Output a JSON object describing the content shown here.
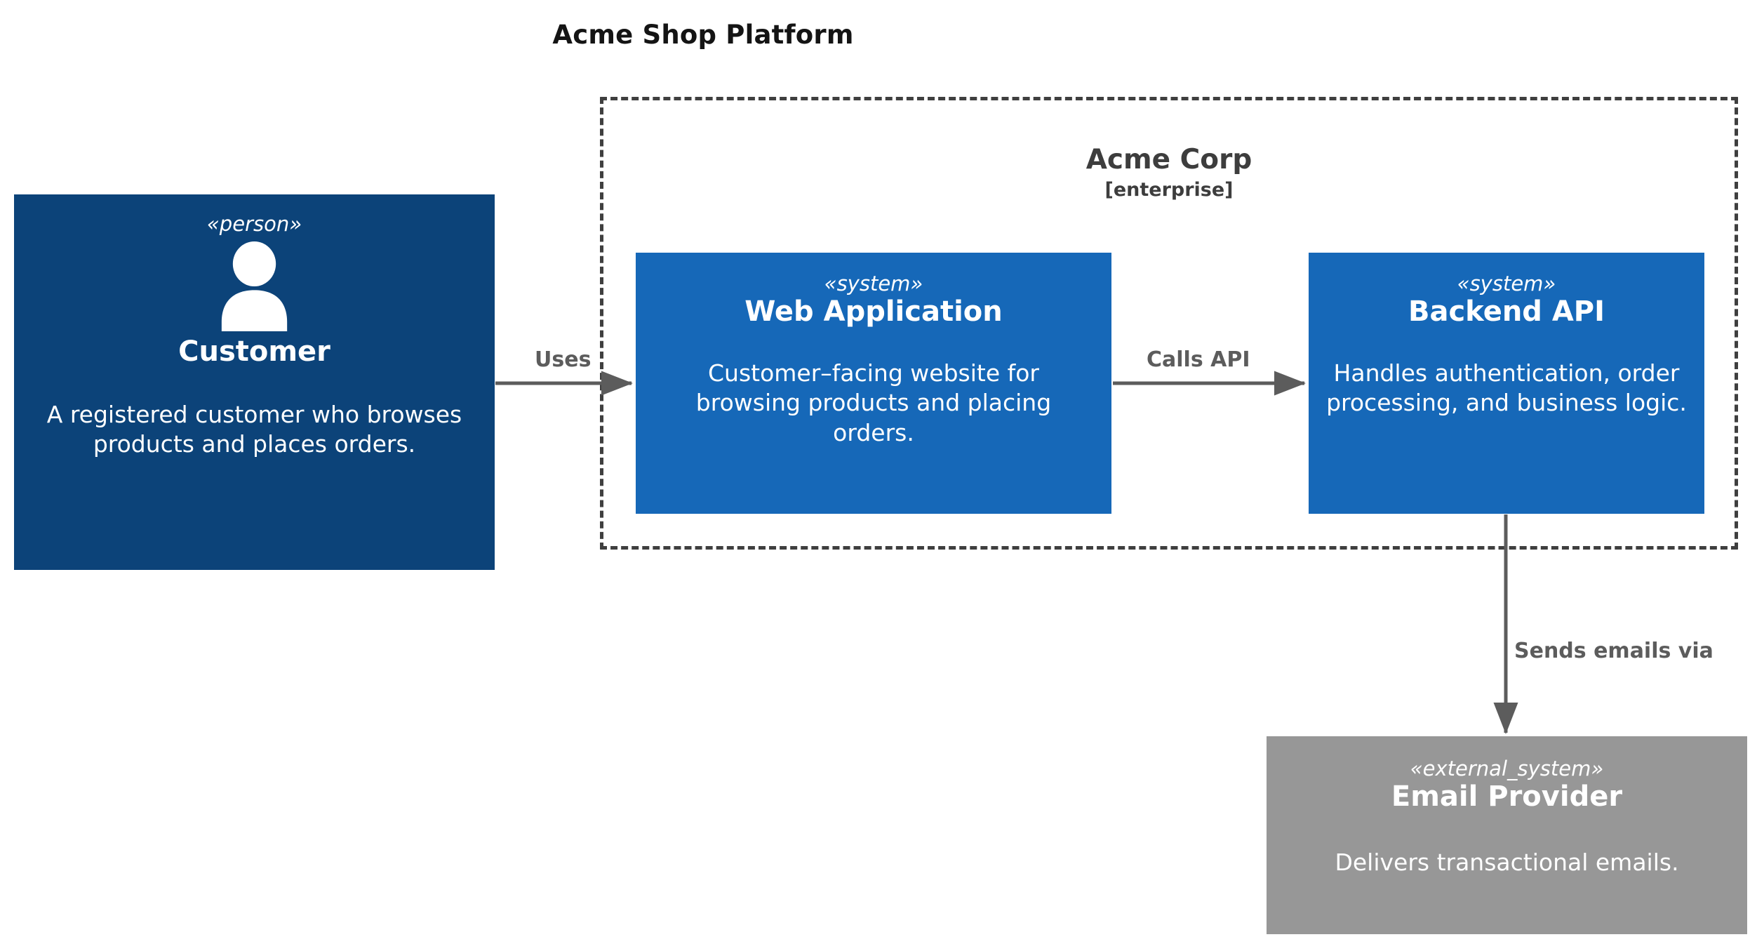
{
  "diagram": {
    "title": "Acme Shop Platform",
    "type": "c4-system-context",
    "background_color": "#ffffff"
  },
  "boundary": {
    "name": "Acme Corp",
    "technology": "[enterprise]",
    "style": "dashed",
    "border_color": "#3f3f3f",
    "label_color": "#3d3d3d"
  },
  "nodes": [
    {
      "id": "customer",
      "stereotype": "«person»",
      "name": "Customer",
      "description": "A registered customer who browses products and places orders.",
      "color": "#0c4379",
      "text_color": "#ffffff",
      "icon": "person-icon"
    },
    {
      "id": "webapp",
      "stereotype": "«system»",
      "name": "Web Application",
      "description": "Customer–facing website for browsing products and placing orders.",
      "color": "#1668b8",
      "text_color": "#ffffff"
    },
    {
      "id": "backend",
      "stereotype": "«system»",
      "name": "Backend API",
      "description": "Handles authentication, order processing, and business logic.",
      "color": "#1668b8",
      "text_color": "#ffffff"
    },
    {
      "id": "email",
      "stereotype": "«external_system»",
      "name": "Email Provider",
      "description": "Delivers transactional emails.",
      "color": "#979797",
      "text_color": "#ffffff"
    }
  ],
  "edges": [
    {
      "id": "uses",
      "from": "customer",
      "to": "webapp",
      "label": "Uses",
      "color": "#5c5c5c",
      "direction": "horizontal"
    },
    {
      "id": "calls-api",
      "from": "webapp",
      "to": "backend",
      "label": "Calls API",
      "color": "#5c5c5c",
      "direction": "horizontal"
    },
    {
      "id": "sends",
      "from": "backend",
      "to": "email",
      "label": "Sends emails via",
      "color": "#5c5c5c",
      "direction": "vertical"
    }
  ]
}
